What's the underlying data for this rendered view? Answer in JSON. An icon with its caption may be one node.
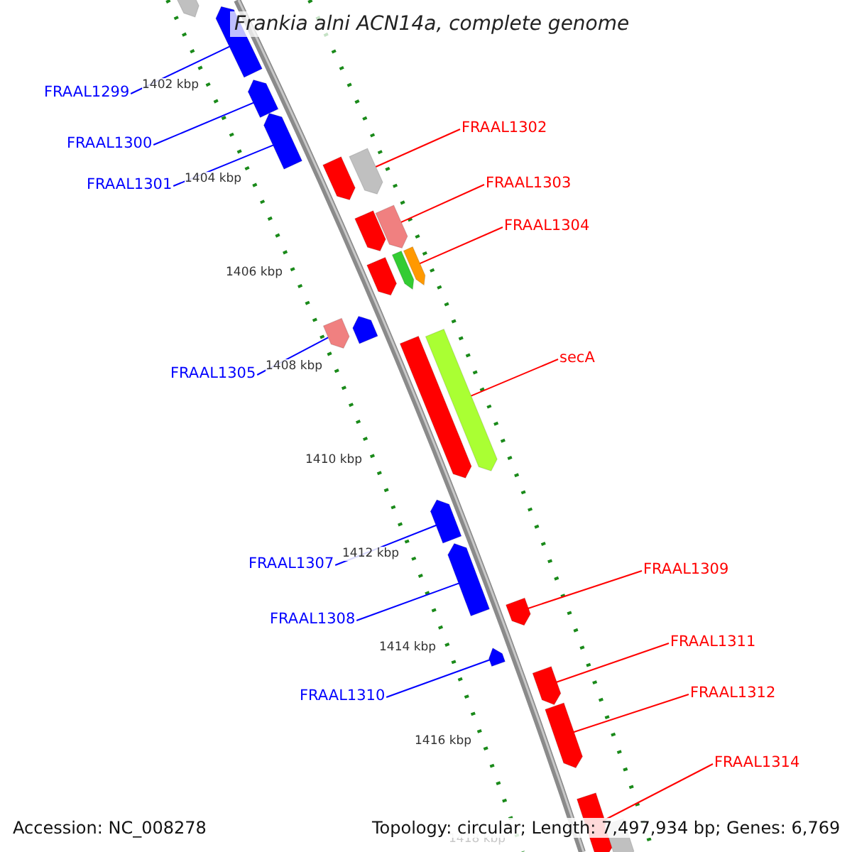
{
  "diagram": {
    "title": "Frankia alni ACN14a, complete genome",
    "nodes": [
      {
        "text": [
          "FRAAL1299"
        ]
      },
      {
        "text": [],
        "shape": "arrow"
      },
      {
        "text": [
          "FRAAL1300"
        ]
      },
      {
        "text": [],
        "shape": "arrow"
      },
      {
        "text": [
          "FRAAL1301"
        ]
      },
      {
        "text": [],
        "shape": "arrow"
      },
      {
        "text": [
          "FRAAL1302"
        ]
      },
      {
        "text": [],
        "shape": "arrow"
      },
      {
        "text": [
          "FRAAL1303"
        ]
      },
      {
        "text": [],
        "shape": "arrow"
      },
      {
        "text": [
          "FRAAL1304"
        ]
      },
      {
        "text": [],
        "shape": "arrow"
      },
      {
        "text": [
          "secA"
        ]
      },
      {
        "text": [],
        "shape": "arrow"
      },
      {
        "text": [
          "FRAAL1305"
        ]
      },
      {
        "text": [],
        "shape": "arrow"
      },
      {
        "text": [
          "FRAAL1307"
        ]
      },
      {
        "text": [],
        "shape": "arrow"
      },
      {
        "text": [
          "FRAAL1308"
        ]
      },
      {
        "text": [],
        "shape": "arrow"
      },
      {
        "text": [
          "FRAAL1309"
        ]
      },
      {
        "text": [],
        "shape": "arrow"
      },
      {
        "text": [
          "FRAAL1310"
        ]
      },
      {
        "text": [],
        "shape": "arrow"
      },
      {
        "text": [
          "FRAAL1311"
        ]
      },
      {
        "text": [],
        "shape": "arrow"
      },
      {
        "text": [
          "FRAAL1312"
        ]
      },
      {
        "text": [],
        "shape": "arrow"
      },
      {
        "text": [
          "FRAAL1314"
        ]
      },
      {
        "text": [],
        "shape": "arrow"
      },
      {
        "text": [],
        "shape": "arrow"
      },
      {
        "text": [],
        "shape": "arrow"
      },
      {
        "text": [],
        "shape": "arrow"
      },
      {
        "text": [],
        "shape": "arrow"
      },
      {
        "text": [],
        "shape": "arrow"
      },
      {
        "text": [],
        "shape": "arrow"
      },
      {
        "text": [],
        "shape": "arrow"
      },
      {
        "text": [],
        "shape": "arrow"
      }
    ],
    "edges": [
      {
        "from": 0,
        "to": 1,
        "arrow": "none",
        "color": "#0000ff"
      },
      {
        "from": 2,
        "to": 3,
        "arrow": "none",
        "color": "#0000ff"
      },
      {
        "from": 4,
        "to": 5,
        "arrow": "none",
        "color": "#0000ff"
      },
      {
        "from": 6,
        "to": 7,
        "arrow": "none"
      },
      {
        "from": 8,
        "to": 9,
        "arrow": "none"
      },
      {
        "from": 10,
        "to": 11,
        "arrow": "none"
      },
      {
        "from": 12,
        "to": 13,
        "arrow": "none"
      },
      {
        "from": 14,
        "to": 15,
        "arrow": "none",
        "color": "#0000ff"
      },
      {
        "from": 16,
        "to": 17,
        "arrow": "none",
        "color": "#0000ff"
      },
      {
        "from": 18,
        "to": 19,
        "arrow": "none",
        "color": "#0000ff"
      },
      {
        "from": 20,
        "to": 21,
        "arrow": "none"
      },
      {
        "from": 22,
        "to": 23,
        "arrow": "none",
        "color": "#0000ff"
      },
      {
        "from": 24,
        "to": 25,
        "arrow": "none"
      },
      {
        "from": 26,
        "to": 27,
        "arrow": "none"
      },
      {
        "from": 28,
        "to": 29,
        "arrow": "none"
      }
    ],
    "labels": [
      "1402 kbp",
      "1404 kbp",
      "1406 kbp",
      "1408 kbp",
      "1410 kbp",
      "1412 kbp",
      "1414 kbp",
      "1416 kbp",
      "1418 kbp",
      "Accession: NC_008278",
      "Topology: circular; Length: 7,497,934 bp; Genes: 6,769"
    ]
  }
}
